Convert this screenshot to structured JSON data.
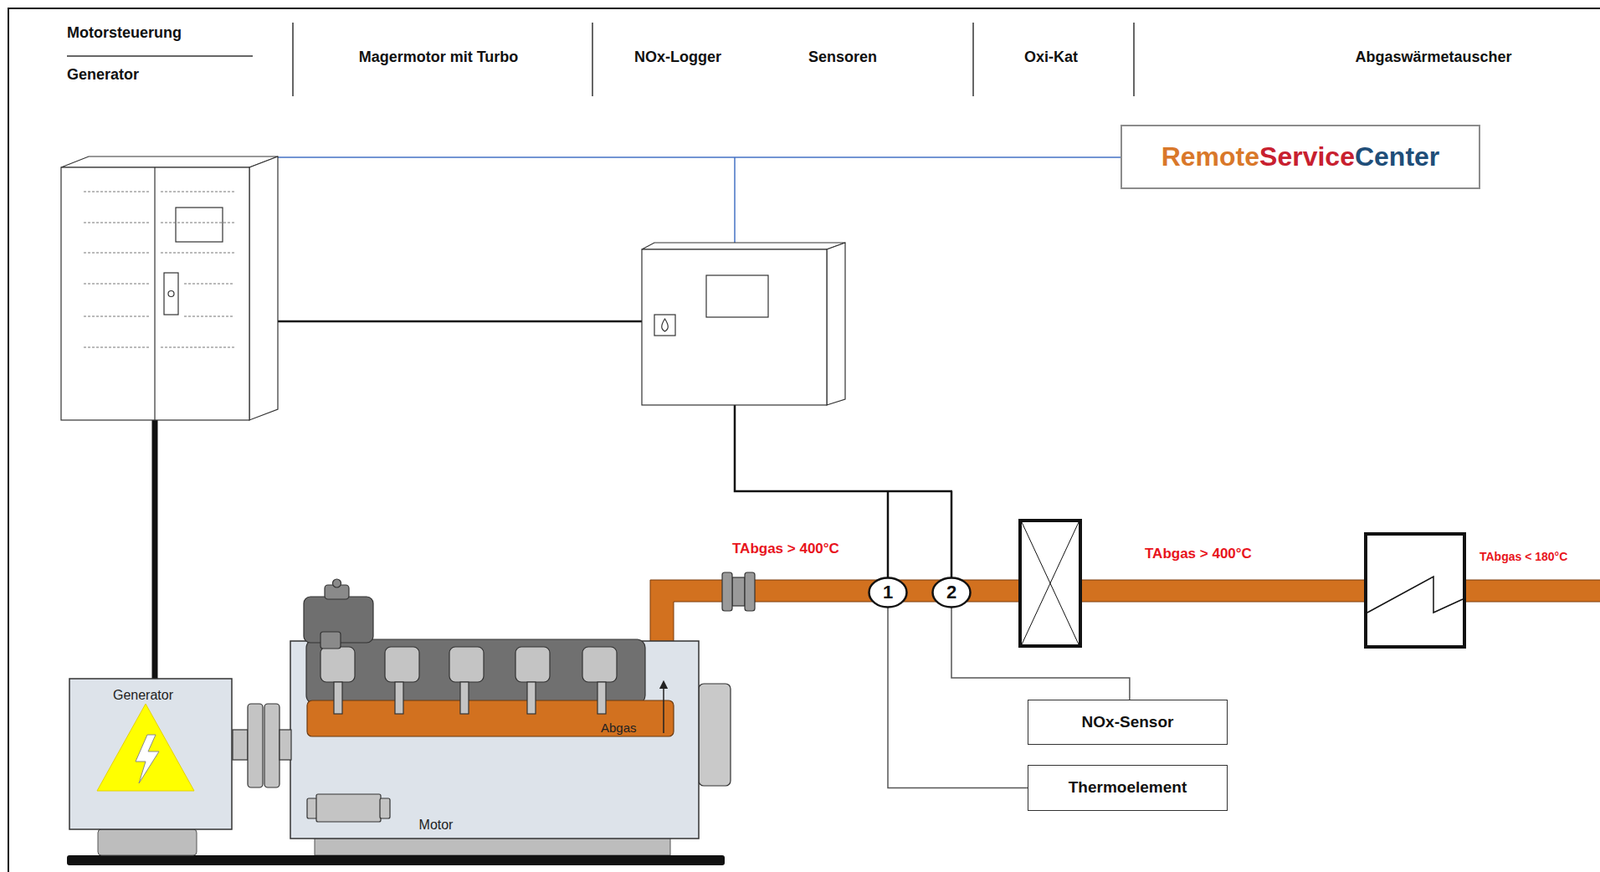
{
  "diagram": {
    "nodes": [
      {
        "text": [
          "Remote",
          "Service",
          "Center"
        ]
      },
      {
        "text": [
          "1"
        ]
      },
      {
        "text": [
          "2"
        ]
      },
      {
        "text": [
          "NOx-Sensor"
        ]
      },
      {
        "text": [
          "Thermoelement"
        ]
      }
    ],
    "edges": [
      {
        "from": 1,
        "to": 4,
        "arrow": "none"
      },
      {
        "from": 2,
        "to": 3,
        "arrow": "none"
      }
    ],
    "labels": [
      "Motorsteuerung",
      "Generator",
      "Magermotor mit Turbo",
      "NOx-Logger",
      "Sensoren",
      "Oxi-Kat",
      "Abgaswärmetauscher",
      "TAbgas > 400°C",
      "TAbgas > 400°C",
      "TAbgas < 180°C",
      "Generator",
      "Abgas",
      "Motor"
    ]
  }
}
